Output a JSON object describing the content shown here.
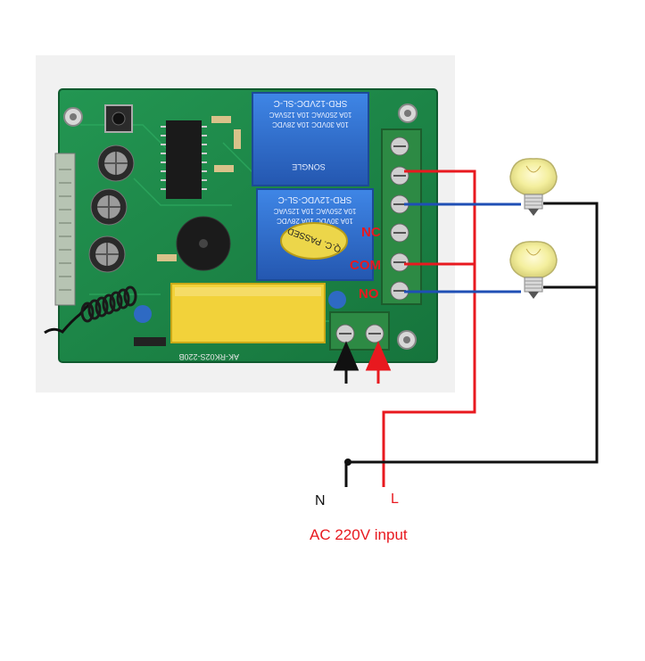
{
  "terminals": {
    "nc": "NC",
    "com": "COM",
    "no": "NO"
  },
  "power": {
    "n": "N",
    "l": "L",
    "input": "AC 220V input"
  },
  "board": {
    "relay_model": "SRD-12VDC-SL-C",
    "relay_rating_1": "10A 250VAC  10A 125VAC",
    "relay_rating_2": "10A 30VDC  10A 28VDC",
    "relay_brand": "SONGLE",
    "qc_sticker": "Q.C. PASSED",
    "pcb_code": "AK-RK02S-220B"
  },
  "colors": {
    "pcb": "#1e8a4a",
    "relay": "#2c6fcf",
    "live_wire": "#e8191f",
    "neutral_wire": "#111111",
    "load_wire": "#1f4fb5",
    "capacitor": "#f2d23a"
  },
  "icons": [
    "bulb-icon",
    "antenna-icon",
    "terminal-screw-icon"
  ]
}
